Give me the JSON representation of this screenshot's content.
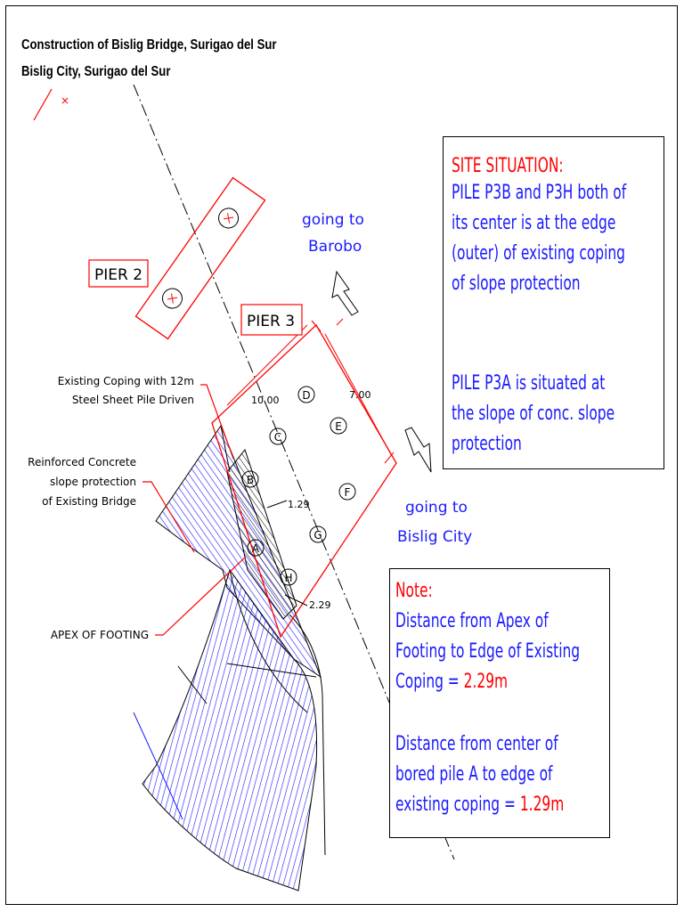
{
  "title": {
    "line1": "Construction of Bislig Bridge, Surigao del Sur",
    "line2": "Bislig City, Surigao del Sur"
  },
  "labels": {
    "pier2": "PIER 2",
    "pier3": "PIER 3",
    "going_barobo_1": "going to",
    "going_barobo_2": "Barobo",
    "going_bislig_1": "going to",
    "going_bislig_2": "Bislig City",
    "coping_1": "Existing Coping with 12m",
    "coping_2": "Steel Sheet Pile Driven",
    "slope_1": "Reinforced Concrete",
    "slope_2": "slope protection",
    "slope_3": "of Existing Bridge",
    "apex": "APEX OF FOOTING",
    "dim_width": "10.00",
    "dim_height": "7.00",
    "dim_129": "1.29",
    "dim_229": "2.29"
  },
  "piles": [
    "B",
    "C",
    "D",
    "E",
    "F",
    "G",
    "H",
    "A"
  ],
  "site_situation": {
    "heading": "SITE SITUATION:",
    "lines1": [
      "PILE P3B and P3H both of",
      "its center is at the edge",
      "(outer) of existing coping",
      "of slope protection"
    ],
    "lines2": [
      "PILE P3A is situated at",
      "the slope of conc. slope",
      "protection"
    ]
  },
  "note": {
    "heading": "Note:",
    "n1_l1": "Distance from Apex of",
    "n1_l2": "Footing to Edge of Existing",
    "n1_l3a": "Coping = ",
    "n1_l3b": "2.29m",
    "n2_l1": "Distance from center of",
    "n2_l2": "bored pile A to edge of",
    "n2_l3a": "existing coping = ",
    "n2_l3b": "1.29m"
  },
  "colors": {
    "red": "#ff0000",
    "blue": "#1a1aff",
    "black": "#000000"
  }
}
